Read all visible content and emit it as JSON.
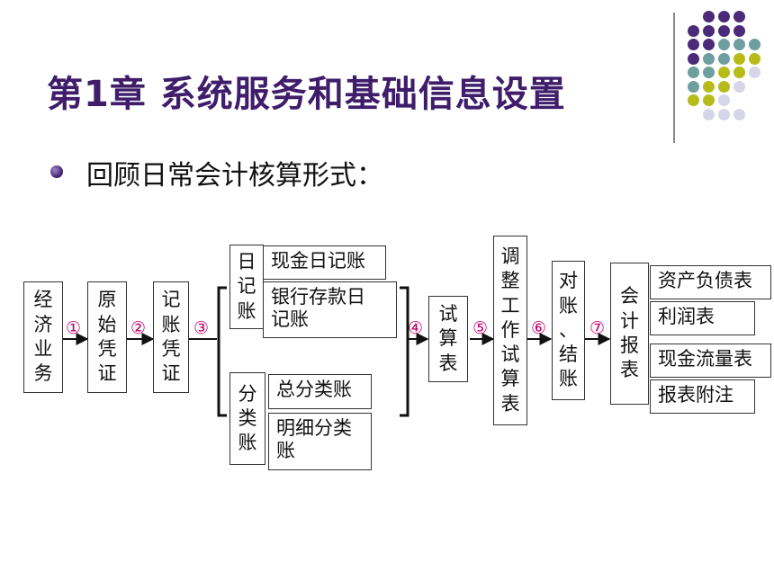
{
  "slide": {
    "title": "第1章 系统服务和基础信息设置",
    "subtitle": "回顾日常会计核算形式："
  },
  "decor": {
    "colors": [
      "#4b2a7a",
      "#6e9e9e",
      "#b7bb1a",
      "#d6d6e8"
    ]
  },
  "flow": {
    "nodes": {
      "jingji": "经济业务",
      "yuanshi": "原始凭证",
      "jizhang": "记账凭证",
      "riji": "日记账",
      "cash_journal": "现金日记账",
      "bank_journal": "银行存款日\n记账",
      "ledger": "分类账",
      "general_ledger": "总分类账",
      "detail_ledger": "明细分类\n账",
      "trial": "试算表",
      "worksheet": "调整工作试算表",
      "reconcile": "对账、结账",
      "reports": "会计报表",
      "balance_sheet": "资产负债表",
      "income": "利润表",
      "cashflow": "现金流量表",
      "notes": "报表附注"
    },
    "steps": [
      "①",
      "②",
      "③",
      "④",
      "⑤",
      "⑥",
      "⑦"
    ]
  }
}
